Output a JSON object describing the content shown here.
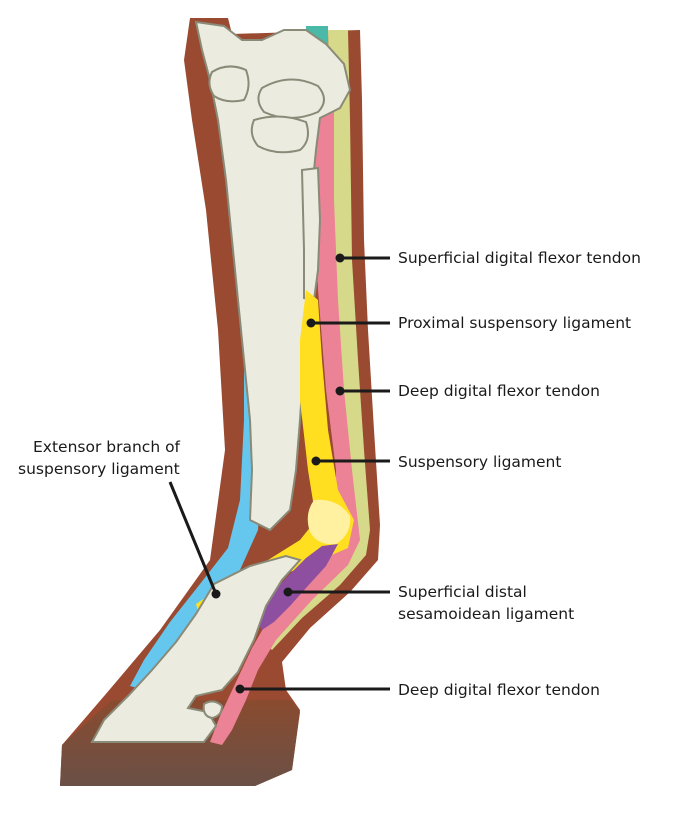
{
  "labels": {
    "superficial_digital_flexor_tendon": "Superficial digital flexor tendon",
    "proximal_suspensory_ligament": "Proximal suspensory ligament",
    "deep_digital_flexor_tendon_upper": "Deep digital flexor tendon",
    "suspensory_ligament": "Suspensory ligament",
    "superficial_distal_sesamoidean_ligament_line1": "Superficial distal",
    "superficial_distal_sesamoidean_ligament_line2": "sesamoidean ligament",
    "deep_digital_flexor_tendon_lower": "Deep digital flexor tendon",
    "extensor_branch_line1": "Extensor branch of",
    "extensor_branch_line2": "suspensory ligament"
  },
  "colors": {
    "skin": "#9a4a30",
    "hoof": "#6e4c3a",
    "bone": "#ecebdf",
    "bone_outline": "#8a8a78",
    "extensor_tendon": "#66c7ee",
    "flexor_tendon": "#ec8295",
    "superficial_flexor": "#d6d98a",
    "suspensory": "#ffdf1f",
    "sesamoidean": "#8e4fa0",
    "teal": "#4bb9a8",
    "leader": "#1a1a1a"
  }
}
